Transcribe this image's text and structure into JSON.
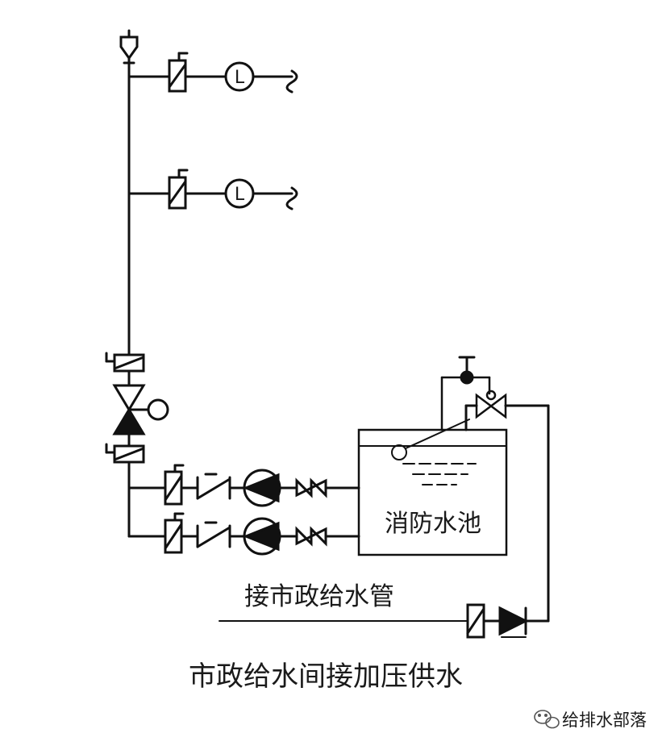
{
  "diagram": {
    "caption": "市政给水间接加压供水",
    "pool_label": "消防水池",
    "municipal_pipe_label": "接市政给水管",
    "hydrant_symbol": "L"
  },
  "watermark": {
    "text": "给排水部落",
    "icon": "wechat-icon"
  },
  "colors": {
    "line": "#111111",
    "background": "#ffffff",
    "text": "#1a1a1a",
    "watermark": "#333333"
  }
}
